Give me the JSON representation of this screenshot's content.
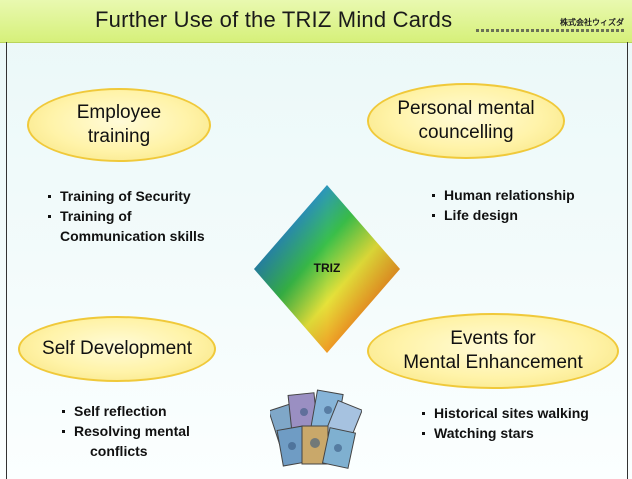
{
  "header": {
    "title": "Further Use of the TRIZ Mind Cards",
    "logo_text": "株式会社ウィズダ"
  },
  "quadrants": {
    "employee_training": {
      "heading_lines": [
        "Employee",
        "training"
      ],
      "bullets": [
        "Training of Security",
        "Training of",
        "Communication skills"
      ]
    },
    "personal_mental_councelling": {
      "heading_lines": [
        "Personal mental",
        "councelling"
      ],
      "bullets": [
        "Human relationship",
        "Life design"
      ]
    },
    "self_development": {
      "heading_lines": [
        "Self Development"
      ],
      "bullets": [
        "Self reflection",
        "Resolving mental",
        "conflicts"
      ]
    },
    "events_mental_enhancement": {
      "heading_lines": [
        "Events for",
        "Mental Enhancement"
      ],
      "bullets": [
        "Historical sites walking",
        "Watching stars"
      ]
    }
  },
  "center": {
    "diamond_label": "TRIZ"
  },
  "colors": {
    "header_bg": "#dff48c",
    "oval_fill": "#fff3a8",
    "oval_border": "#f0c93a",
    "background": "#eef9f9"
  },
  "icons": {
    "cards": "tarot-cards-illustration"
  }
}
